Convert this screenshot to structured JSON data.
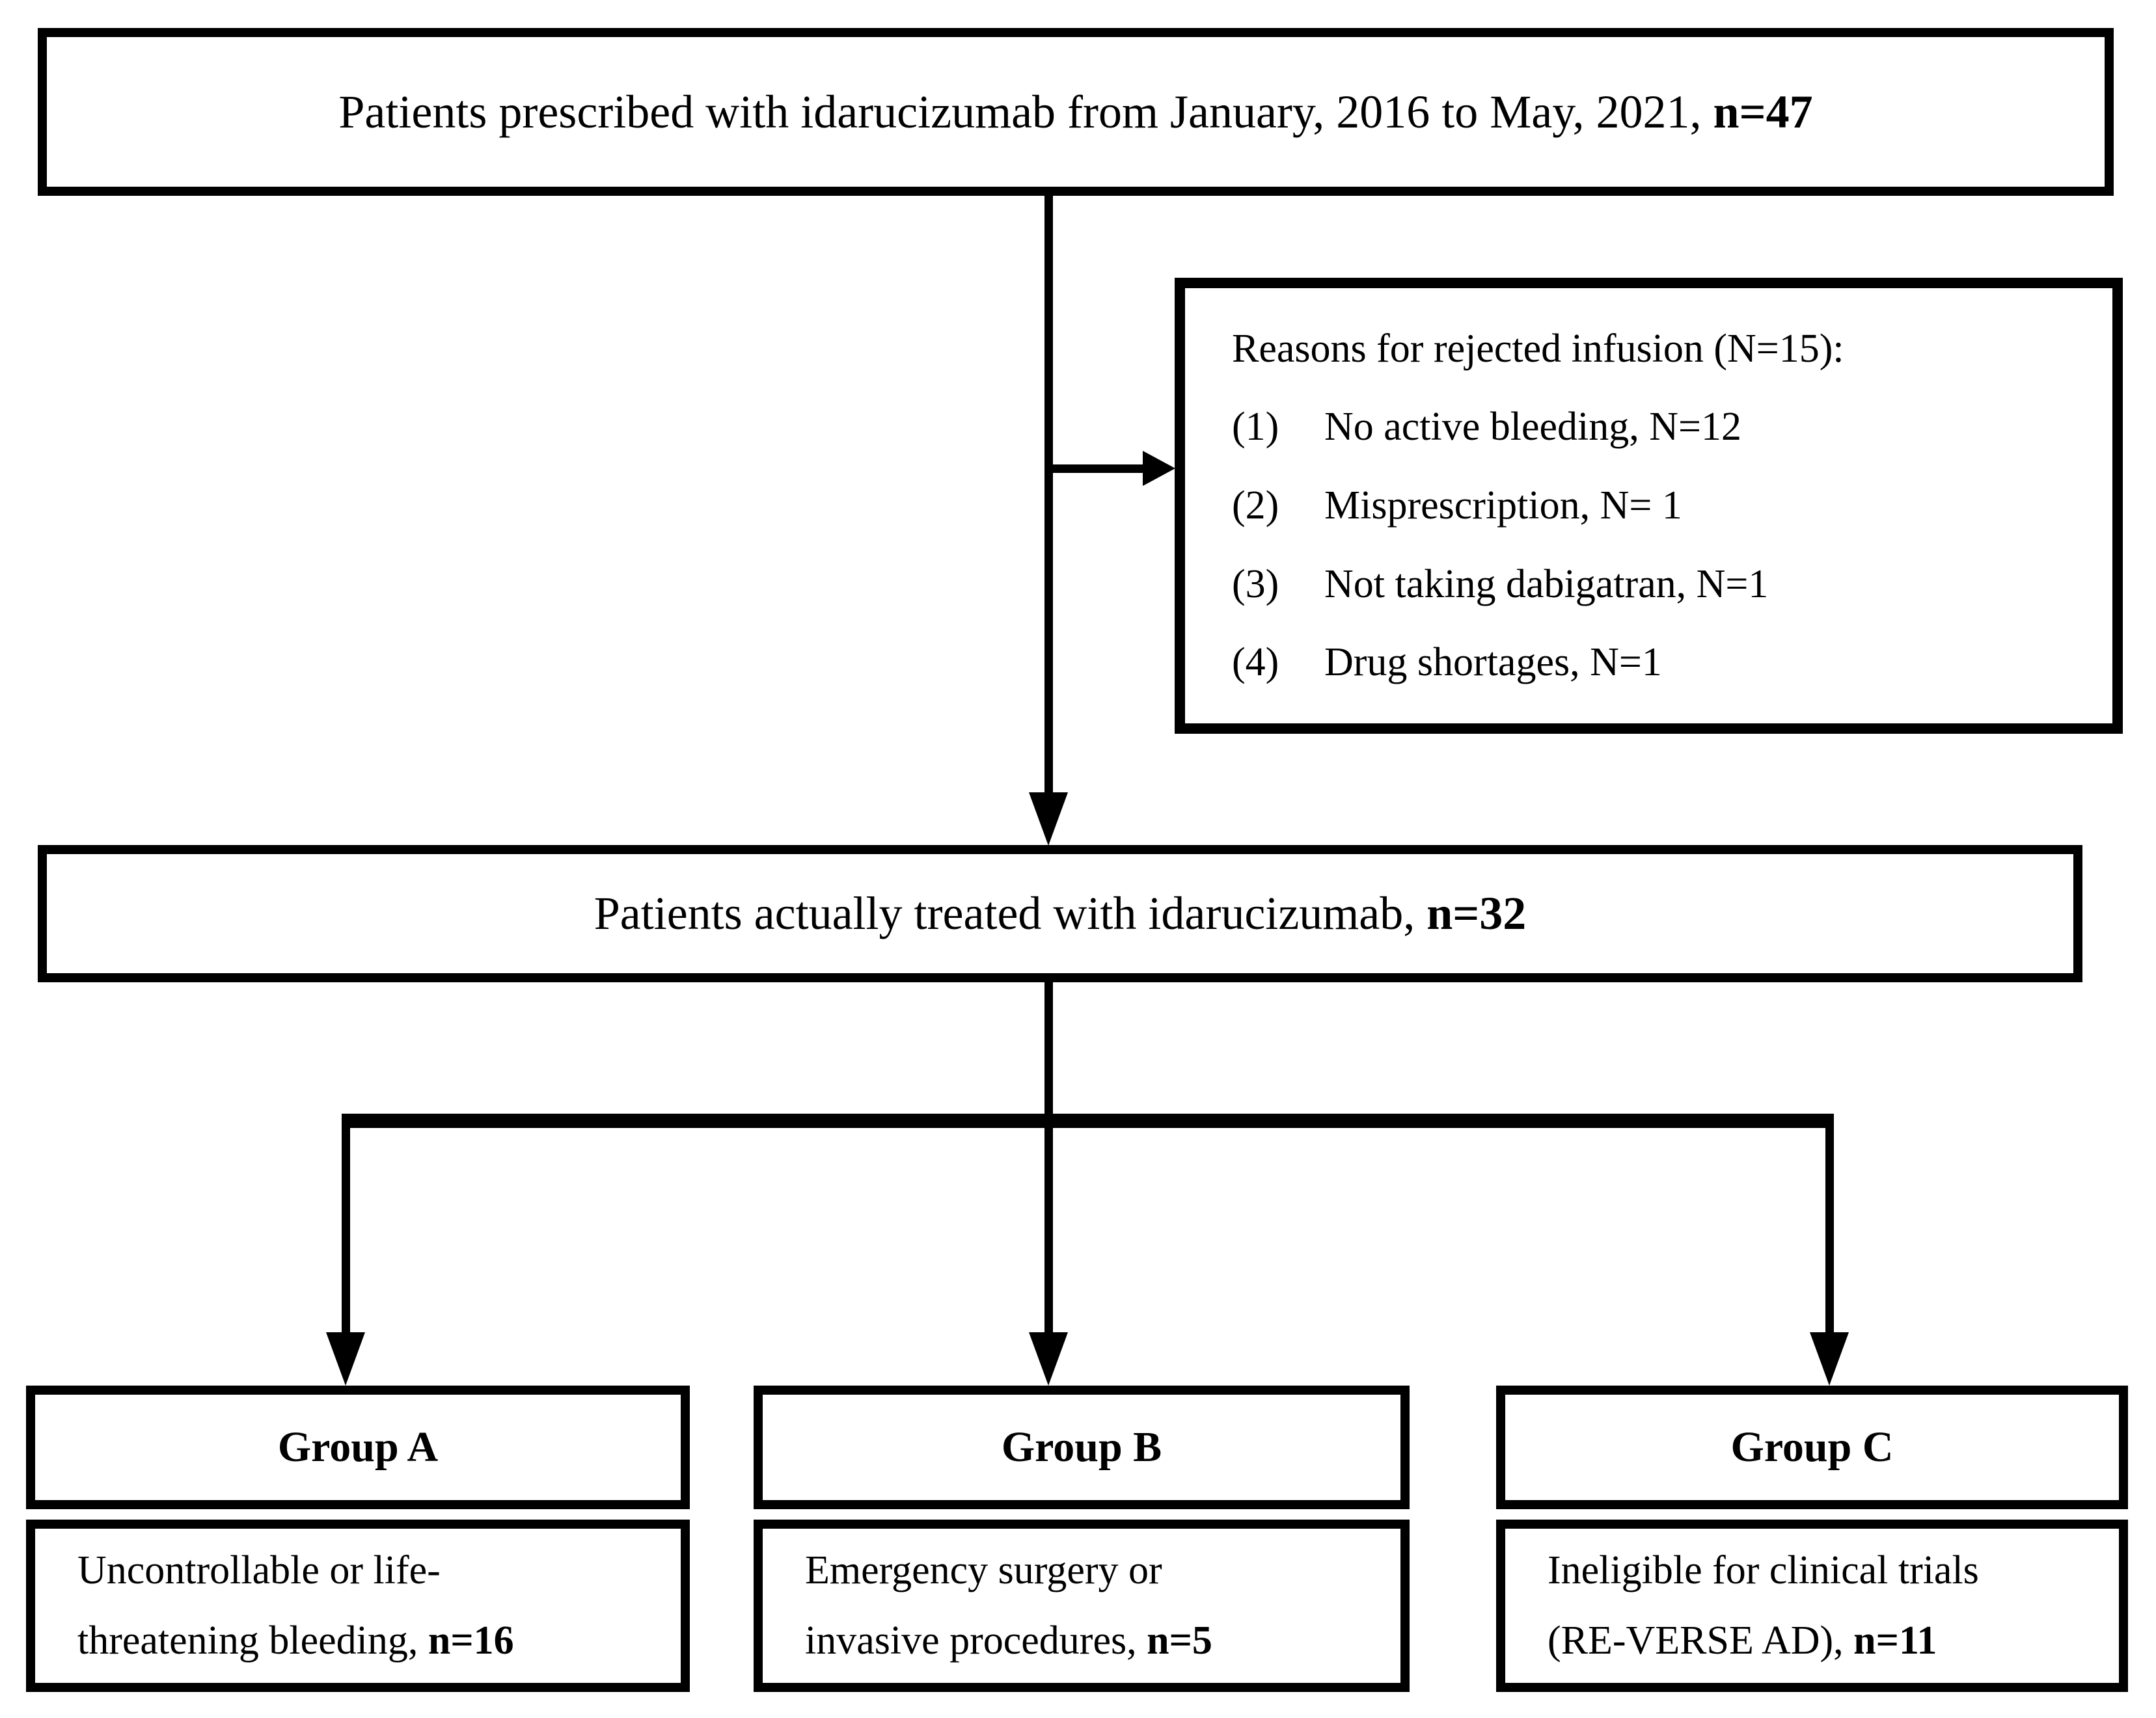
{
  "colors": {
    "line": "#000000",
    "background": "#ffffff",
    "text": "#000000"
  },
  "prescribed_box": {
    "text": "Patients prescribed with idarucizumab from January, 2016 to May, 2021, ",
    "n": "n=47"
  },
  "rejection_box": {
    "title": "Reasons for rejected infusion (N=15):",
    "items": [
      {
        "num": "(1)",
        "text": "No active bleeding, N=12"
      },
      {
        "num": "(2)",
        "text": "Misprescription, N= 1"
      },
      {
        "num": "(3)",
        "text": "Not taking dabigatran, N=1"
      },
      {
        "num": "(4)",
        "text": "Drug shortages, N=1"
      }
    ]
  },
  "treated_box": {
    "text": "Patients actually treated with idarucizumab, ",
    "n": "n=32"
  },
  "groups": [
    {
      "header": "Group A",
      "line1": "Uncontrollable or life-",
      "line2_prefix": "threatening bleeding, ",
      "n": "n=16"
    },
    {
      "header": "Group B",
      "line1": "Emergency surgery or",
      "line2_prefix": "invasive procedures, ",
      "n": "n=5"
    },
    {
      "header": "Group C",
      "line1": "Ineligible for clinical trials",
      "line2_prefix": "(RE-VERSE AD), ",
      "n": "n=11"
    }
  ]
}
